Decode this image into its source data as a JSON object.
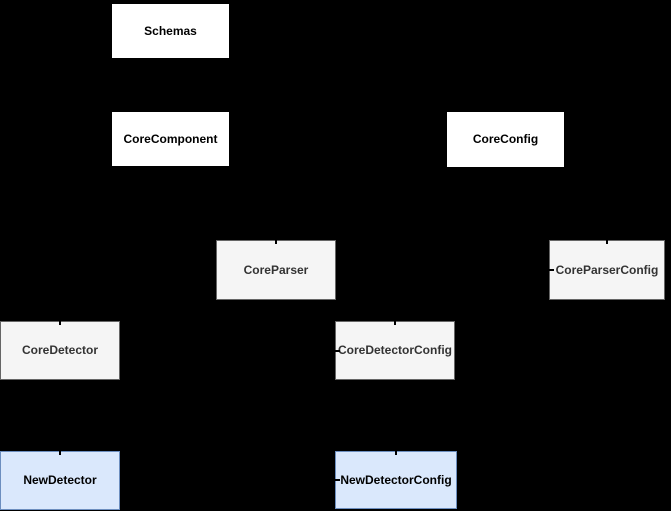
{
  "canvas": {
    "background": "#000000"
  },
  "diagram": {
    "styles": {
      "default": {
        "fill": "#ffffff",
        "border": "#000000",
        "text": "#000000"
      },
      "gray": {
        "fill": "#f5f5f5",
        "border": "#666666",
        "text": "#333333"
      },
      "blue": {
        "fill": "#dae8fc",
        "border": "#6c8ebf",
        "text": "#000000"
      }
    },
    "nodes": [
      {
        "id": "schemas",
        "label": "Schemas",
        "style": "default"
      },
      {
        "id": "core-component",
        "label": "CoreComponent",
        "style": "default"
      },
      {
        "id": "core-config",
        "label": "CoreConfig",
        "style": "default"
      },
      {
        "id": "core-parser",
        "label": "CoreParser",
        "style": "gray"
      },
      {
        "id": "core-parser-config",
        "label": "CoreParserConfig",
        "style": "gray"
      },
      {
        "id": "core-detector",
        "label": "CoreDetector",
        "style": "gray"
      },
      {
        "id": "core-detector-config",
        "label": "CoreDetectorConfig",
        "style": "gray"
      },
      {
        "id": "new-detector",
        "label": "NewDetector",
        "style": "blue"
      },
      {
        "id": "new-detector-config",
        "label": "NewDetectorConfig",
        "style": "blue"
      }
    ]
  }
}
